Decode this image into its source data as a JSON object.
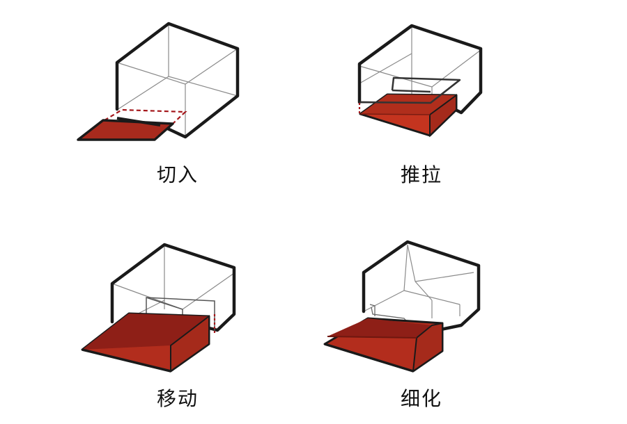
{
  "diagram": {
    "title": "",
    "panels": [
      {
        "id": "cut-in",
        "label": "切入"
      },
      {
        "id": "push-pull",
        "label": "推拉"
      },
      {
        "id": "move",
        "label": "移动"
      },
      {
        "id": "refine",
        "label": "细化"
      }
    ]
  },
  "colors": {
    "red_dark": "#8e1f17",
    "red_mid": "#a82a1d",
    "red_bright": "#c4341f",
    "outline": "#1a1a1a",
    "dashed": "#a4161a"
  }
}
